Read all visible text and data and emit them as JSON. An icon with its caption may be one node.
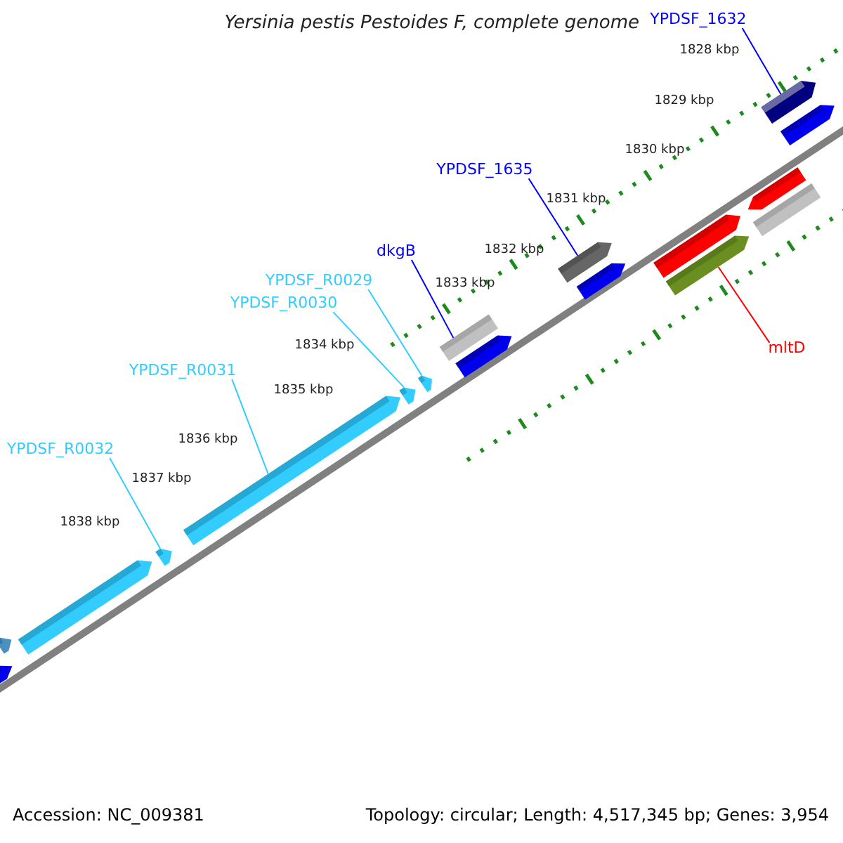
{
  "diagram": {
    "title": "Yersinia pestis Pestoides F, complete genome",
    "nodes": [
      {
        "text": [
          "YPDSF_1632"
        ]
      },
      {
        "text": [
          "YPDSF_1635"
        ]
      },
      {
        "text": [
          "dkgB"
        ]
      },
      {
        "text": [
          "YPDSF_R0029"
        ]
      },
      {
        "text": [
          "YPDSF_R0030"
        ]
      },
      {
        "text": [
          "mltD"
        ]
      },
      {
        "text": [
          "YPDSF_R0031"
        ]
      },
      {
        "text": [
          "YPDSF_R0032"
        ]
      },
      {
        "text": [],
        "shape": "bar"
      },
      {
        "text": [],
        "shape": "bar"
      },
      {
        "text": [],
        "shape": "bar"
      },
      {
        "text": [],
        "shape": "bar"
      },
      {
        "text": [],
        "shape": "bar"
      },
      {
        "text": [],
        "shape": "bar"
      },
      {
        "text": [],
        "shape": "bar"
      },
      {
        "text": [],
        "shape": "bar"
      },
      {
        "text": [],
        "shape": "bar"
      },
      {
        "text": [],
        "shape": "bar"
      },
      {
        "text": [],
        "shape": "bar"
      },
      {
        "text": [],
        "shape": "bar"
      },
      {
        "text": [],
        "shape": "bar"
      },
      {
        "text": [],
        "shape": "bar"
      },
      {
        "text": [],
        "shape": "bar"
      },
      {
        "text": [],
        "shape": "bar"
      },
      {
        "text": [],
        "shape": "bar"
      }
    ],
    "edges": [
      {
        "from": 0,
        "to": 23,
        "arrow": "none",
        "color": "#0000ff"
      },
      {
        "from": 1,
        "to": 17,
        "arrow": "none",
        "color": "#0000ff"
      },
      {
        "from": 2,
        "to": 15,
        "arrow": "none",
        "color": "#0000ff"
      },
      {
        "from": 3,
        "to": 14,
        "arrow": "none"
      },
      {
        "from": 4,
        "to": 13,
        "arrow": "none"
      },
      {
        "from": 5,
        "to": 20,
        "arrow": "none",
        "color": "#ff0000"
      },
      {
        "from": 6,
        "to": 12,
        "arrow": "none"
      },
      {
        "from": 7,
        "to": 11,
        "arrow": "none"
      }
    ],
    "labels": [
      "1828 kbp",
      "1829 kbp",
      "1830 kbp",
      "1831 kbp",
      "1832 kbp",
      "1833 kbp",
      "1834 kbp",
      "1835 kbp",
      "1836 kbp",
      "1837 kbp",
      "1838 kbp",
      "Accession: NC_009381",
      "Topology: circular; Length: 4,517,345 bp; Genes: 3,954"
    ]
  }
}
